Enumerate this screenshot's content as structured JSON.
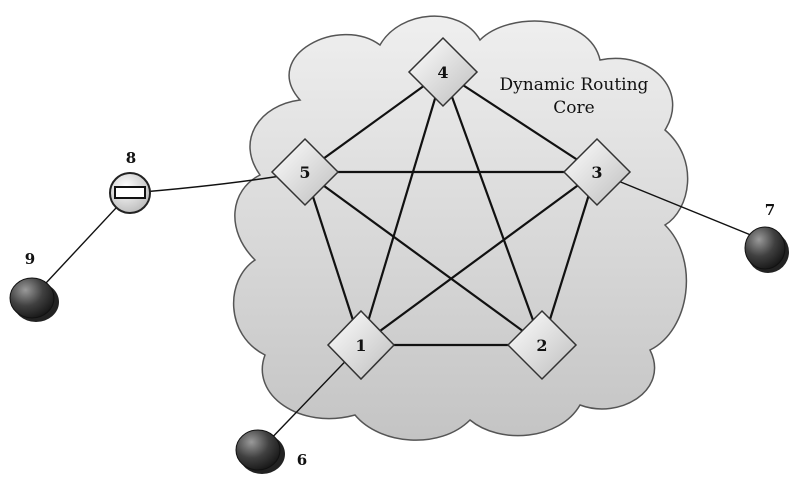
{
  "cloud": {
    "label_line1": "Dynamic Routing",
    "label_line2": "Core"
  },
  "core_nodes": [
    {
      "id": "1",
      "label": "1"
    },
    {
      "id": "2",
      "label": "2"
    },
    {
      "id": "3",
      "label": "3"
    },
    {
      "id": "4",
      "label": "4"
    },
    {
      "id": "5",
      "label": "5"
    }
  ],
  "external_nodes": [
    {
      "id": "6",
      "label": "6",
      "kind": "host"
    },
    {
      "id": "7",
      "label": "7",
      "kind": "host"
    },
    {
      "id": "8",
      "label": "8",
      "kind": "gateway"
    },
    {
      "id": "9",
      "label": "9",
      "kind": "host"
    }
  ],
  "links": [
    [
      "1",
      "2"
    ],
    [
      "1",
      "3"
    ],
    [
      "1",
      "4"
    ],
    [
      "1",
      "5"
    ],
    [
      "2",
      "3"
    ],
    [
      "2",
      "4"
    ],
    [
      "2",
      "5"
    ],
    [
      "3",
      "4"
    ],
    [
      "3",
      "5"
    ],
    [
      "4",
      "5"
    ],
    [
      "1",
      "6"
    ],
    [
      "3",
      "7"
    ],
    [
      "5",
      "8"
    ],
    [
      "8",
      "9"
    ]
  ],
  "colors": {
    "cloud_fill": "#d9d9d9",
    "cloud_stroke": "#555555",
    "node_fill": "#ececec",
    "host_fill": "#3a3a3a",
    "line": "#111111"
  }
}
